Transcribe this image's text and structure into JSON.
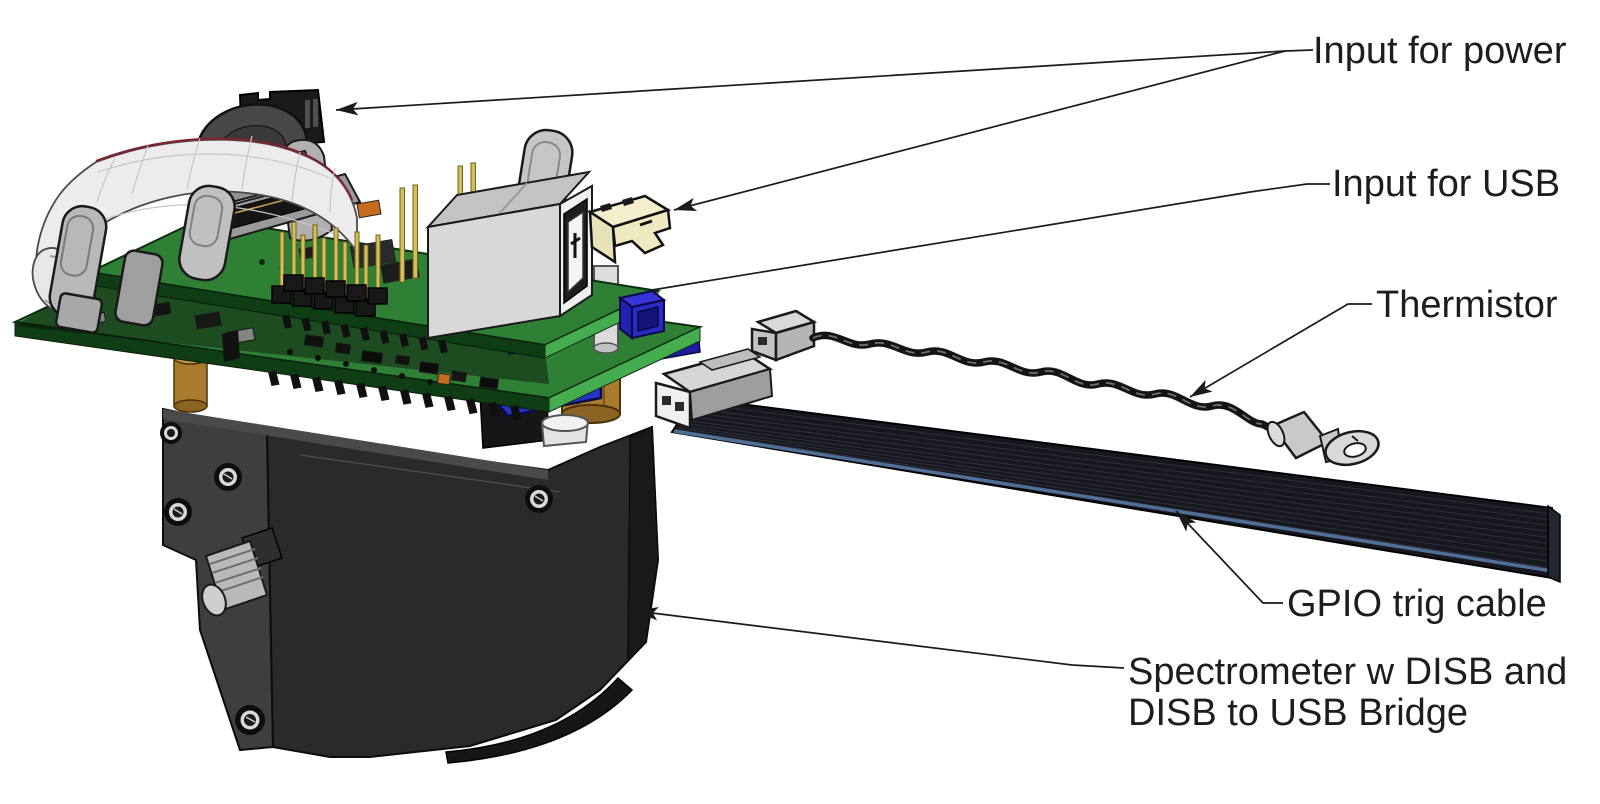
{
  "figure": {
    "type": "technical-illustration",
    "background_color": "#ffffff",
    "labels": [
      {
        "id": "input-for-power",
        "text": "Input for power"
      },
      {
        "id": "input-for-usb",
        "text": "Input for USB"
      },
      {
        "id": "thermistor",
        "text": "Thermistor"
      },
      {
        "id": "gpio-trig-cable",
        "text": "GPIO trig cable"
      },
      {
        "id": "spectrometer-line1",
        "text": "Spectrometer w DISB and"
      },
      {
        "id": "spectrometer-line2",
        "text": "DISB to USB Bridge"
      }
    ],
    "colors": {
      "label_text": "#1d1d1d",
      "leader_line": "#1a1a1a",
      "pcb_green_top": "#2e8035",
      "pcb_green_edge_bright": "#44ae4e",
      "pcb_green_edge_dark": "#0f3d14",
      "housing_black": "#2a2a2a",
      "connector_blue": "#2a2ac4",
      "standoff_brass": "#a87b2d",
      "connector_cream": "#f3eecb",
      "metal_gray": "#d6d6d6",
      "ribbon_white": "#ececec",
      "gpio_cable_black": "#16181d",
      "gpio_cable_edge_blue": "#4f6f96"
    }
  }
}
